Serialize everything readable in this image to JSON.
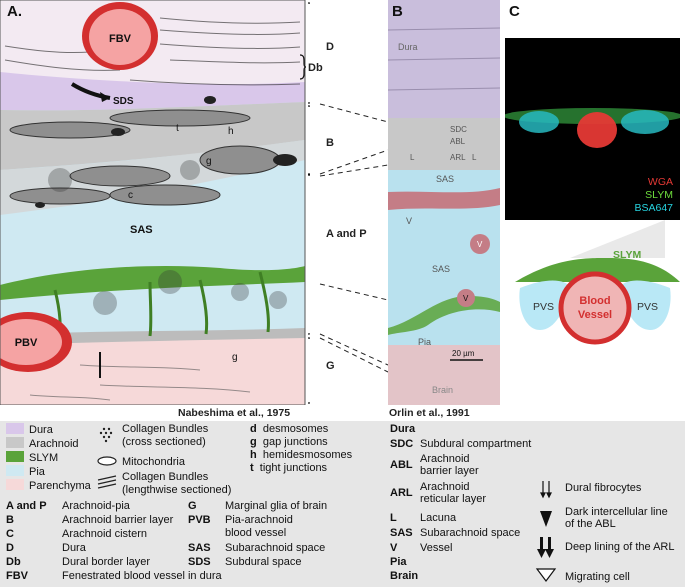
{
  "panels": {
    "a": {
      "letter": "A.",
      "credit": "Nabeshima et al., 1975"
    },
    "b": {
      "letter": "B",
      "credit": "Orlin et al., 1991"
    },
    "c": {
      "letter": "C"
    }
  },
  "panel_a_labels": {
    "fbv": "FBV",
    "sds": "SDS",
    "pbv": "PBV",
    "sas": "SAS",
    "t": "t",
    "h": "h",
    "g1": "g",
    "c": "c",
    "g2": "g"
  },
  "brackets": {
    "d": "D",
    "db": "Db",
    "b": "B",
    "a_and_p": "A and P",
    "g": "G"
  },
  "panel_b_labels": {
    "dura": "Dura",
    "sdc": "SDC",
    "abl": "ABL",
    "arl": "ARL",
    "l1": "L",
    "l2": "L",
    "sas1": "SAS",
    "v1": "V",
    "v2": "V",
    "sas2": "SAS",
    "v3": "V",
    "pia": "Pia",
    "scale": "20 µm",
    "brain": "Brain"
  },
  "panel_c": {
    "wga": "WGA",
    "slym": "SLYM",
    "bsa": "BSA647"
  },
  "schematic": {
    "slym": "SLYM",
    "pvs_left": "PVS",
    "pvs_right": "PVS",
    "vessel_line1": "Blood",
    "vessel_line2": "Vessel"
  },
  "colors": {
    "dura": "#d9c7ea",
    "arachnoid": "#c8c8c8",
    "slym": "#5aa33a",
    "pia": "#cfe9f2",
    "parenchyma": "#f6d9d9",
    "wga": "#e53935",
    "slym_label": "#6ddc3c",
    "bsa": "#27d4e0"
  },
  "legend": {
    "swatches": [
      {
        "label": "Dura",
        "color": "#d9c7ea"
      },
      {
        "label": "Arachnoid",
        "color": "#c8c8c8"
      },
      {
        "label": "SLYM",
        "color": "#5aa33a"
      },
      {
        "label": "Pia",
        "color": "#cfe9f2"
      },
      {
        "label": "Parenchyma",
        "color": "#f6d9d9"
      }
    ],
    "symbols": {
      "bundles_cross_1": "Collagen Bundles",
      "bundles_cross_2": "(cross sectioned)",
      "mito": "Mitochondria",
      "bundles_long_1": "Collagen Bundles",
      "bundles_long_2": "(lengthwise sectioned)"
    },
    "junctions": [
      {
        "key": "d",
        "desc": "desmosomes"
      },
      {
        "key": "g",
        "desc": "gap junctions"
      },
      {
        "key": "h",
        "desc": "hemidesmosomes"
      },
      {
        "key": "t",
        "desc": "tight junctions"
      }
    ],
    "abbrev_left": [
      {
        "key": "A and P",
        "desc": "Arachnoid-pia"
      },
      {
        "key": "B",
        "desc": "Arachnoid barrier layer"
      },
      {
        "key": "C",
        "desc": "Arachnoid cistern"
      },
      {
        "key": "D",
        "desc": "Dura"
      },
      {
        "key": "Db",
        "desc": "Dural border layer"
      },
      {
        "key": "FBV",
        "desc": "Fenestrated blood vessel in dura"
      }
    ],
    "abbrev_mid": [
      {
        "key": "G",
        "desc1": "Marginal glia of brain",
        "desc2": ""
      },
      {
        "key": "PVB",
        "desc1": "Pia-arachnoid",
        "desc2": "blood vessel"
      },
      {
        "key": "SAS",
        "desc1": "Subarachnoid space",
        "desc2": ""
      },
      {
        "key": "SDS",
        "desc1": "Subdural space",
        "desc2": ""
      }
    ],
    "abbrev_right": {
      "dura": "Dura",
      "sdc_key": "SDC",
      "sdc_desc": "Subdural compartment",
      "abl_key": "ABL",
      "abl_desc1": "Arachnoid",
      "abl_desc2": "barrier layer",
      "arl_key": "ARL",
      "arl_desc1": "Arachnoid",
      "arl_desc2": "reticular layer",
      "l_key": "L",
      "l_desc": "Lacuna",
      "sas_key": "SAS",
      "sas_desc": "Subarachnoid space",
      "v_key": "V",
      "v_desc": "Vessel",
      "pia": "Pia",
      "brain": "Brain"
    },
    "markers": {
      "dural_fibrocytes": "Dural fibrocytes",
      "dark_line_1": "Dark intercellular line",
      "dark_line_2": "of the ABL",
      "deep_lining": "Deep lining of the ARL",
      "migrating": "Migrating cell"
    }
  }
}
